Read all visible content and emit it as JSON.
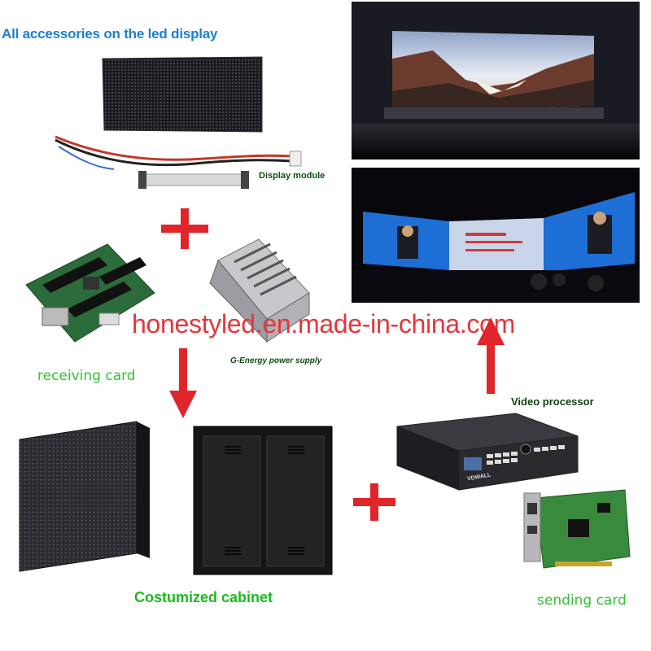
{
  "title": "All accessories on the led display",
  "labels": {
    "display_module": "Display module",
    "receiving_card": "receiving card",
    "power_supply": "G-Energy power supply",
    "video_processor": "Video processor",
    "cabinet": "Costumized cabinet",
    "sending_card": "sending card"
  },
  "watermark": "honestyled.en.made-in-china.com",
  "processor_brand": "VDWALL",
  "colors": {
    "title_blue": "#1a7fd0",
    "label_green": "#1fb81f",
    "arrow_red": "#e0262a",
    "watermark_red": "#e8353b"
  },
  "icons": [
    "plus-icon",
    "arrow-down-icon",
    "arrow-up-icon"
  ]
}
